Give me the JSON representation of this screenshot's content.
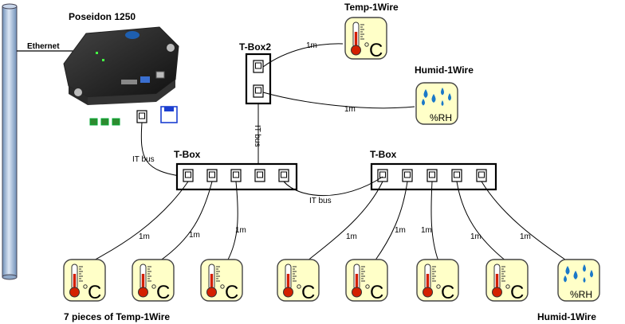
{
  "device": {
    "title": "Poseidon 1250",
    "ethernet_label": "Ethernet"
  },
  "tbox2": {
    "title": "T-Box2"
  },
  "tbox_left": {
    "title": "T-Box"
  },
  "tbox_right": {
    "title": "T-Box"
  },
  "links": {
    "it_bus_device": "IT bus",
    "it_bus_vertical": "IT bus",
    "it_bus_between": "IT bus",
    "cable_length": "1m"
  },
  "sensors": {
    "temp_label": "Temp-1Wire",
    "humid_label": "Humid-1Wire",
    "humid_bottom_label": "Humid-1Wire",
    "temp_group_label": "7 pieces of Temp-1Wire",
    "temp_unit": "C",
    "humid_unit": "%RH"
  },
  "colors": {
    "sensor_fill": "#ffffc8",
    "thermometer": "#d42000",
    "drop": "#1a78c8",
    "pipe": "#9fb8d8",
    "bus_box": "#ffffff"
  }
}
